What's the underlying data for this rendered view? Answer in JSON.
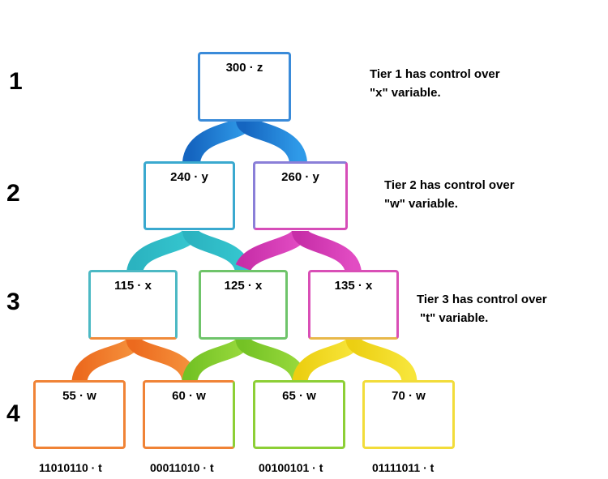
{
  "tiers": [
    "1",
    "2",
    "3",
    "4"
  ],
  "nodes": {
    "t1": "300 · z",
    "t2a": "240  · y",
    "t2b": "260  · y",
    "t3a": "115 · x",
    "t3b": "125 · x",
    "t3c": "135 · x",
    "t4a": "55 · w",
    "t4b": "60 · w",
    "t4c": "65 · w",
    "t4d": "70 · w"
  },
  "notes": {
    "tier1": [
      "Tier 1 has control over",
      "\"x\"  variable."
    ],
    "tier2": [
      "Tier 2 has control over",
      "\"w\" variable."
    ],
    "tier3": [
      "Tier 3 has control over",
      "\"t\"  variable."
    ]
  },
  "codes": [
    "11010110 · t",
    "00011010 · t",
    "00100101 · t",
    "01111011 · t"
  ],
  "colors": {
    "blue": "#1e7fd8",
    "teal": "#2fb9c2",
    "magenta": "#d93bb4",
    "orange": "#f07a2a",
    "green": "#86cc2e",
    "yellow": "#f2dc1e"
  }
}
